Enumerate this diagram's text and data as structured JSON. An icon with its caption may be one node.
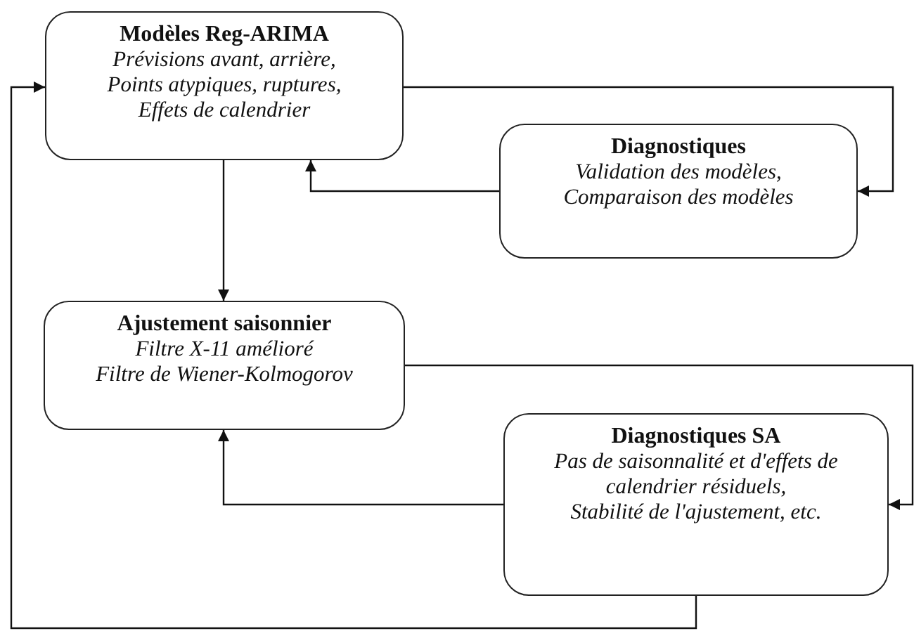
{
  "diagram": {
    "nodes": [
      {
        "text": [
          "Modèles Reg-ARIMA",
          "Prévisions avant, arrière,",
          "Points atypiques, ruptures,",
          "Effets de calendrier"
        ]
      },
      {
        "text": [
          "Diagnostiques",
          "Validation des modèles,",
          "Comparaison des modèles"
        ]
      },
      {
        "text": [
          "Ajustement saisonnier",
          "Filtre X-11 amélioré",
          "Filtre de Wiener-Kolmogorov"
        ]
      },
      {
        "text": [
          "Diagnostiques SA",
          "Pas de saisonnalité et d'effets de calendrier résiduels,",
          "Stabilité de l'ajustement, etc."
        ]
      }
    ],
    "edges": [
      {
        "from": 0,
        "to": 1,
        "arrow": "to"
      },
      {
        "from": 1,
        "to": 0,
        "arrow": "to"
      },
      {
        "from": 0,
        "to": 2,
        "arrow": "to"
      },
      {
        "from": 2,
        "to": 3,
        "arrow": "to"
      },
      {
        "from": 3,
        "to": 2,
        "arrow": "to"
      },
      {
        "from": 3,
        "to": 0,
        "arrow": "to"
      }
    ]
  }
}
